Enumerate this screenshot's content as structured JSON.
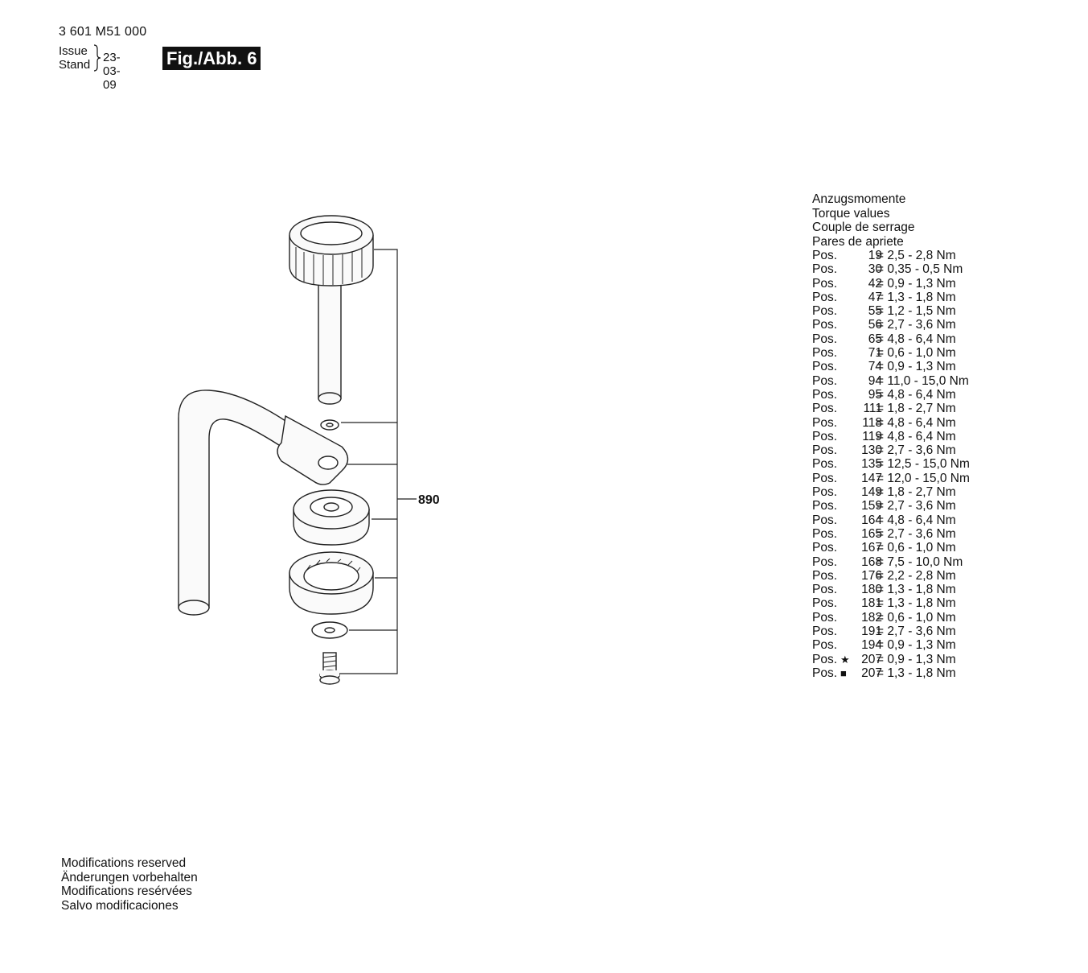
{
  "header": {
    "part_number": "3 601 M51 000",
    "issue_label": "Issue",
    "stand_label": "Stand",
    "date": "23-03-09",
    "figure_label": "Fig./Abb. 6"
  },
  "diagram": {
    "assembly_number": "890"
  },
  "torque": {
    "headings": [
      "Anzugsmomente",
      "Torque values",
      "Couple de serrage",
      "Pares de apriete"
    ],
    "rows": [
      {
        "label": "Pos.",
        "mark": "",
        "pos": "19",
        "value": "= 2,5 - 2,8  Nm"
      },
      {
        "label": "Pos.",
        "mark": "",
        "pos": "30",
        "value": "= 0,35 - 0,5  Nm"
      },
      {
        "label": "Pos.",
        "mark": "",
        "pos": "42",
        "value": "= 0,9 - 1,3  Nm"
      },
      {
        "label": "Pos.",
        "mark": "",
        "pos": "47",
        "value": "= 1,3 - 1,8  Nm"
      },
      {
        "label": "Pos.",
        "mark": "",
        "pos": "55",
        "value": "= 1,2 - 1,5  Nm"
      },
      {
        "label": "Pos.",
        "mark": "",
        "pos": "56",
        "value": "= 2,7 - 3,6  Nm"
      },
      {
        "label": "Pos.",
        "mark": "",
        "pos": "65",
        "value": "= 4,8 - 6,4  Nm"
      },
      {
        "label": "Pos.",
        "mark": "",
        "pos": "71",
        "value": "= 0,6 - 1,0  Nm"
      },
      {
        "label": "Pos.",
        "mark": "",
        "pos": "74",
        "value": "= 0,9 - 1,3  Nm"
      },
      {
        "label": "Pos.",
        "mark": "",
        "pos": "94",
        "value": "= 11,0 - 15,0  Nm"
      },
      {
        "label": "Pos.",
        "mark": "",
        "pos": "95",
        "value": "= 4,8 - 6,4  Nm"
      },
      {
        "label": "Pos.",
        "mark": "",
        "pos": "111",
        "value": "= 1,8 - 2,7  Nm"
      },
      {
        "label": "Pos.",
        "mark": "",
        "pos": "118",
        "value": "= 4,8 - 6,4  Nm"
      },
      {
        "label": "Pos.",
        "mark": "",
        "pos": "119",
        "value": "= 4,8 - 6,4  Nm"
      },
      {
        "label": "Pos.",
        "mark": "",
        "pos": "130",
        "value": "= 2,7 - 3,6  Nm"
      },
      {
        "label": "Pos.",
        "mark": "",
        "pos": "135",
        "value": "= 12,5 - 15,0  Nm"
      },
      {
        "label": "Pos.",
        "mark": "",
        "pos": "147",
        "value": "= 12,0 - 15,0  Nm"
      },
      {
        "label": "Pos.",
        "mark": "",
        "pos": "149",
        "value": "= 1,8 - 2,7  Nm"
      },
      {
        "label": "Pos.",
        "mark": "",
        "pos": "159",
        "value": "= 2,7 - 3,6  Nm"
      },
      {
        "label": "Pos.",
        "mark": "",
        "pos": "164",
        "value": "= 4,8 - 6,4  Nm"
      },
      {
        "label": "Pos.",
        "mark": "",
        "pos": "165",
        "value": "= 2,7 - 3,6  Nm"
      },
      {
        "label": "Pos.",
        "mark": "",
        "pos": "167",
        "value": "= 0,6 - 1,0  Nm"
      },
      {
        "label": "Pos.",
        "mark": "",
        "pos": "168",
        "value": "= 7,5 - 10,0  Nm"
      },
      {
        "label": "Pos.",
        "mark": "",
        "pos": "176",
        "value": "= 2,2 - 2,8  Nm"
      },
      {
        "label": "Pos.",
        "mark": "",
        "pos": "180",
        "value": "= 1,3 - 1,8  Nm"
      },
      {
        "label": "Pos.",
        "mark": "",
        "pos": "181",
        "value": "= 1,3 - 1,8  Nm"
      },
      {
        "label": "Pos.",
        "mark": "",
        "pos": "182",
        "value": "= 0,6 - 1,0  Nm"
      },
      {
        "label": "Pos.",
        "mark": "",
        "pos": "191",
        "value": "= 2,7 - 3,6  Nm"
      },
      {
        "label": "Pos.",
        "mark": "",
        "pos": "194",
        "value": "= 0,9 - 1,3  Nm"
      },
      {
        "label": "Pos.",
        "mark": "★",
        "pos": "207",
        "value": "= 0,9 - 1,3  Nm"
      },
      {
        "label": "Pos.",
        "mark": "■",
        "pos": "207",
        "value": "= 1,3 - 1,8  Nm"
      }
    ]
  },
  "footer": {
    "lines": [
      "Modifications reserved",
      "Änderungen vorbehalten",
      "Modifications resérvées",
      "Salvo modificaciones"
    ]
  }
}
